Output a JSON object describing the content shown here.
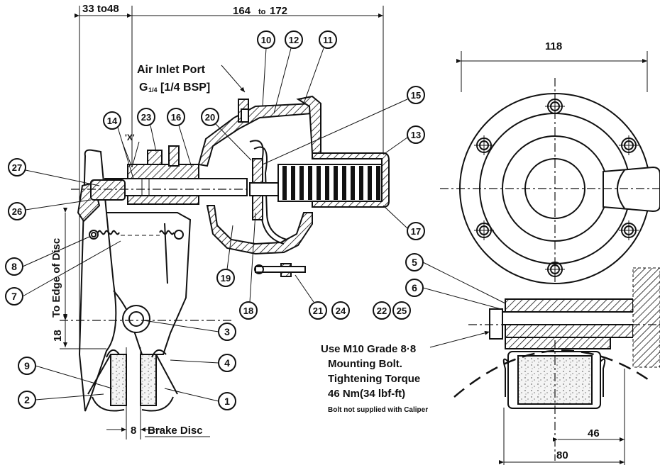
{
  "dimensions": {
    "d1": "33 to48",
    "d2_a": "164",
    "d2_b": "to",
    "d2_c": "172",
    "d3": "118",
    "d4": "18",
    "d5": "8",
    "d6": "46",
    "d7": "80",
    "edge_label": "To Edge of Disc"
  },
  "labels": {
    "air_inlet_line1": "Air Inlet Port",
    "air_inlet_g": "G",
    "air_inlet_frac": "1/4",
    "air_inlet_bsp": "[1/4 BSP]",
    "view_x": "'X'",
    "brake_disc": "Brake Disc",
    "bolt_line1": "Use M10 Grade 8·8",
    "bolt_line2": "Mounting Bolt.",
    "bolt_line3": "Tightening Torque",
    "bolt_line4": "46 Nm(34 lbf-ft)",
    "bolt_note": "Bolt not supplied with Caliper"
  },
  "callouts": [
    "1",
    "2",
    "3",
    "4",
    "5",
    "6",
    "7",
    "8",
    "9",
    "10",
    "11",
    "12",
    "13",
    "14",
    "15",
    "16",
    "17",
    "18",
    "19",
    "20",
    "21",
    "22",
    "23",
    "24",
    "25",
    "26",
    "27"
  ]
}
